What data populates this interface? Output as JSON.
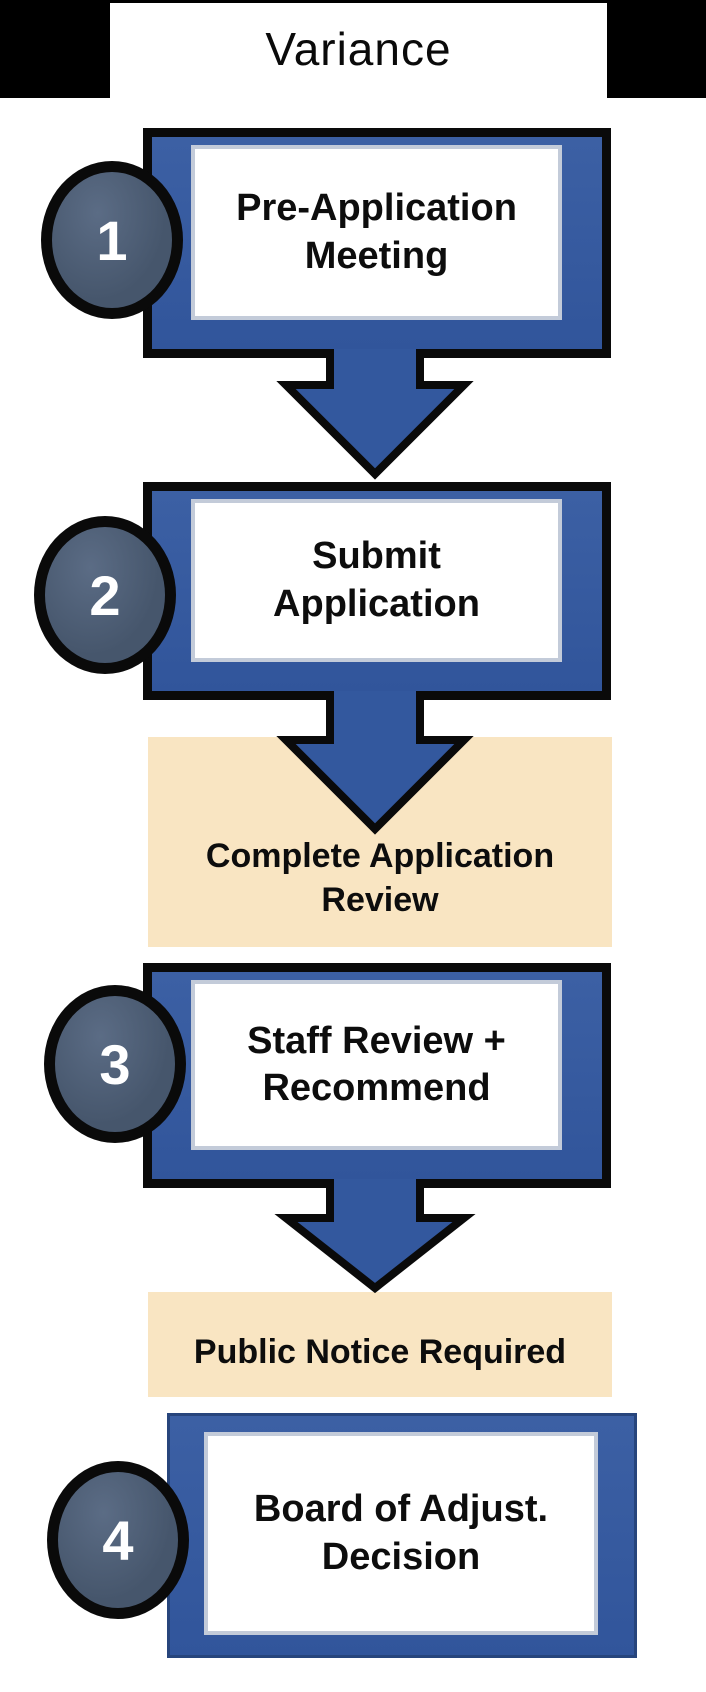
{
  "title": "Variance",
  "steps": [
    {
      "number": "1",
      "label": "Pre-Application\nMeeting"
    },
    {
      "number": "2",
      "label": "Submit\nApplication"
    },
    {
      "number": "3",
      "label": "Staff Review +\nRecommend"
    },
    {
      "number": "4",
      "label": "Board of Adjust.\nDecision"
    }
  ],
  "notes": [
    {
      "label": "Complete Application\nReview"
    },
    {
      "label": "Public Notice Required"
    }
  ],
  "colors": {
    "box_blue": "#35599c",
    "outline_black": "#0a0a0a",
    "badge_slate": "#46566c",
    "note_tan": "#f9e5c2",
    "inner_border_gray": "#c3cbd9",
    "text_black": "#0d0d0d",
    "number_white": "#ffffff"
  }
}
